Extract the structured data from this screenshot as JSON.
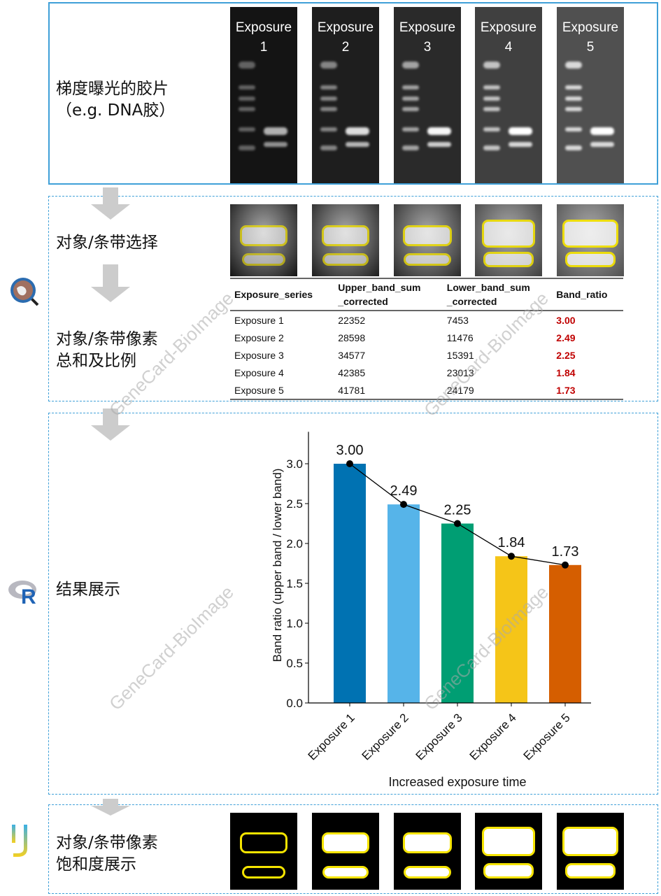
{
  "steps": [
    {
      "label_lines": [
        "梯度曝光的胶片",
        "（e.g. DNA胶）"
      ]
    },
    {
      "label_lines": [
        "对象/条带选择"
      ]
    },
    {
      "label_lines": [
        "对象/条带像素",
        "总和及比例"
      ]
    },
    {
      "label_lines": [
        "结果展示"
      ]
    },
    {
      "label_lines": [
        "对象/条带像素",
        "饱和度展示"
      ]
    }
  ],
  "gels": [
    {
      "word": "Exposure",
      "num": "1",
      "bg": "#141414",
      "band": "#d8d8d8"
    },
    {
      "word": "Exposure",
      "num": "2",
      "bg": "#1e1e1e",
      "band": "#eeeeee"
    },
    {
      "word": "Exposure",
      "num": "3",
      "bg": "#2a2a2a",
      "band": "#f7f7f7"
    },
    {
      "word": "Exposure",
      "num": "4",
      "bg": "#404040",
      "band": "#ffffff"
    },
    {
      "word": "Exposure",
      "num": "5",
      "bg": "#505050",
      "band": "#ffffff"
    }
  ],
  "table": {
    "headers": [
      "Exposure_series",
      "Upper_band_sum\n_corrected",
      "Lower_band_sum\n_corrected",
      "Band_ratio"
    ],
    "rows": [
      [
        "Exposure 1",
        "22352",
        "7453",
        "3.00"
      ],
      [
        "Exposure 2",
        "28598",
        "11476",
        "2.49"
      ],
      [
        "Exposure 3",
        "34577",
        "15391",
        "2.25"
      ],
      [
        "Exposure 4",
        "42385",
        "23013",
        "1.84"
      ],
      [
        "Exposure 5",
        "41781",
        "24179",
        "1.73"
      ]
    ]
  },
  "watermark": "GeneCard-BioImage",
  "icons": [
    "magnifier-icon",
    "r-logo-icon",
    "imagej-logo-icon"
  ],
  "chart_data": {
    "type": "bar",
    "categories": [
      "Exposure 1",
      "Exposure 2",
      "Exposure 3",
      "Exposure 4",
      "Exposure 5"
    ],
    "values": [
      3.0,
      2.49,
      2.25,
      1.84,
      1.73
    ],
    "labels": [
      "3.00",
      "2.49",
      "2.25",
      "1.84",
      "1.73"
    ],
    "colors": [
      "#0072b2",
      "#56b4e9",
      "#009e73",
      "#f5c518",
      "#d55e00"
    ],
    "overlay_line": true,
    "xlabel": "Increased exposure time",
    "ylabel": "Band ratio (upper band / lower band)",
    "yticks": [
      "0.0",
      "0.5",
      "1.0",
      "1.5",
      "2.0",
      "2.5",
      "3.0"
    ],
    "ylim": [
      0,
      3.4
    ]
  }
}
